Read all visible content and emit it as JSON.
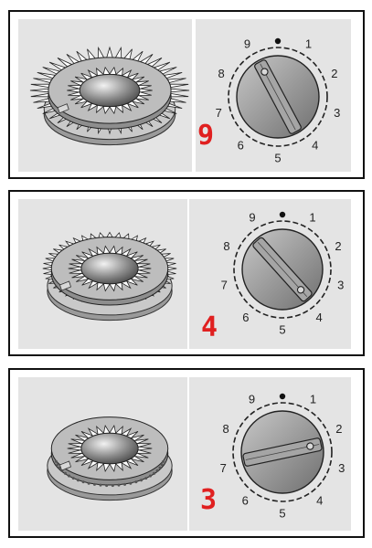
{
  "colors": {
    "setting": "#e02020",
    "background": "#e4e4e4",
    "frame": "#111111"
  },
  "dial_labels": [
    "1",
    "2",
    "3",
    "4",
    "5",
    "6",
    "7",
    "8",
    "9"
  ],
  "panels": [
    {
      "setting": "9",
      "burner_icon": "gas-burner-large-flame-icon",
      "knob_icon": "control-knob-icon"
    },
    {
      "setting": "4",
      "burner_icon": "gas-burner-medium-flame-icon",
      "knob_icon": "control-knob-icon"
    },
    {
      "setting": "3",
      "burner_icon": "gas-burner-small-flame-icon",
      "knob_icon": "control-knob-icon"
    }
  ]
}
